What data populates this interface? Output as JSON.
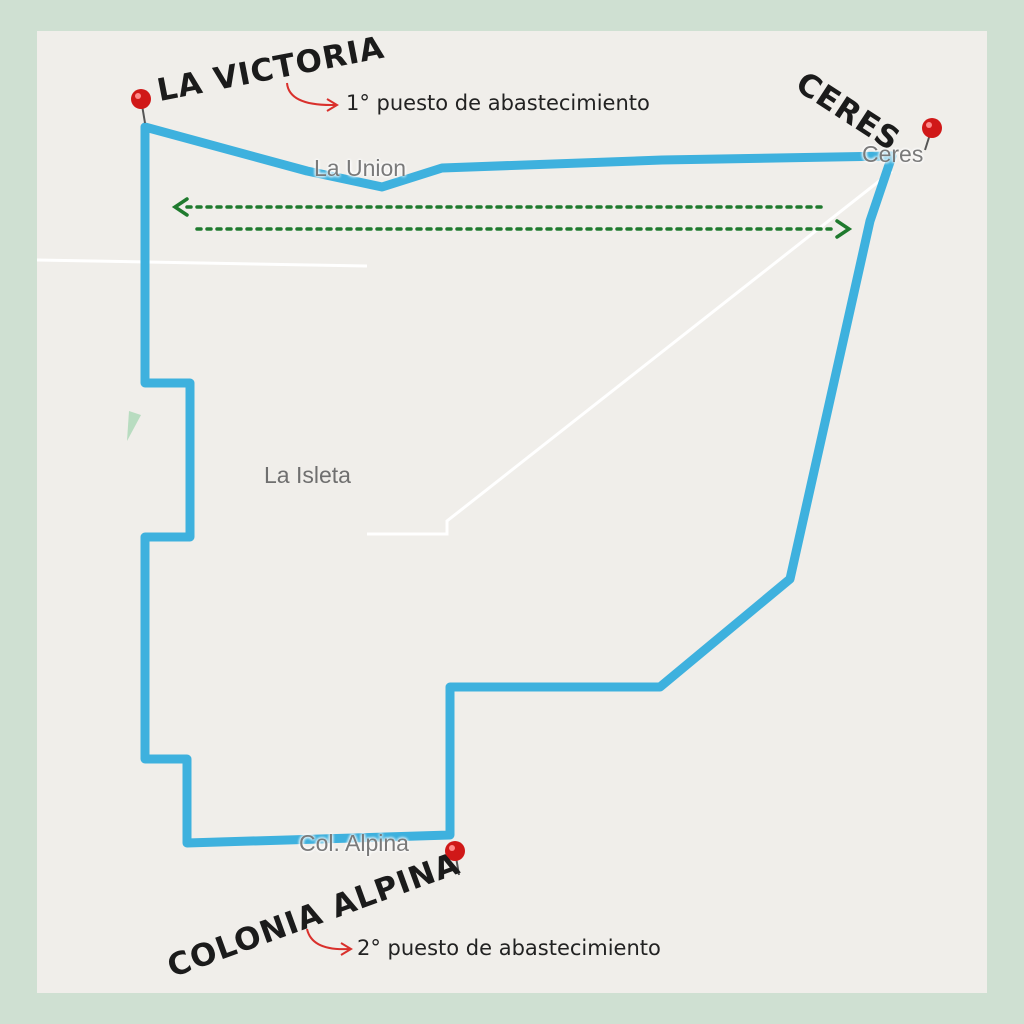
{
  "colors": {
    "frame": "#cfe0d2",
    "map_background": "#f0eeea",
    "route": "#3eb1de",
    "arrow_dotted": "#1f7a2e",
    "annotation_arrow": "#d9302c",
    "pin": "#d01818"
  },
  "map": {
    "places": {
      "la_union": "La Union",
      "ceres": "Ceres",
      "la_isleta": "La Isleta",
      "col_alpina": "Col. Alpina"
    },
    "markers": {
      "la_victoria": {
        "label": "LA VICTORIA",
        "note": "1° puesto de abastecimiento",
        "icon": "map-pin-icon"
      },
      "ceres": {
        "label": "CERES",
        "icon": "map-pin-icon"
      },
      "colonia_alpina": {
        "label": "COLONIA ALPINA",
        "note": "2° puesto de abastecimiento",
        "icon": "map-pin-icon"
      }
    },
    "route_icon": "route-line",
    "direction_icon": "two-way-arrow-icon"
  }
}
